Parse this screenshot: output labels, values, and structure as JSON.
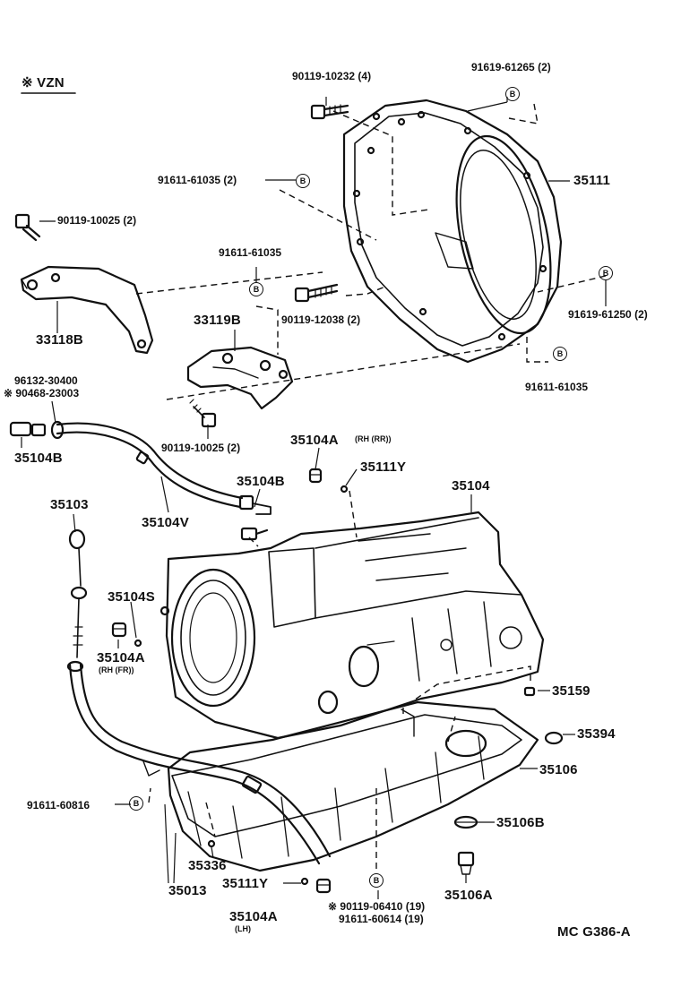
{
  "variant": {
    "mark": "※",
    "text": "VZN"
  },
  "labels": {
    "p90119_10232": "90119-10232 (4)",
    "p91619_61265": "91619-61265 (2)",
    "p35111": "35111",
    "p91611_61035_2": "91611-61035 (2)",
    "p90119_10025_top": "90119-10025 (2)",
    "p91611_61035_a": "91611-61035",
    "p33118B": "33118B",
    "p33119B": "33119B",
    "p90119_12038": "90119-12038 (2)",
    "p91619_61250": "91619-61250 (2)",
    "p91611_61035_b": "91611-61035",
    "p96132_30400": "96132-30400",
    "p90468_23003": "※ 90468-23003",
    "p90119_10025_mid": "90119-10025 (2)",
    "p35104A_rr": "35104A",
    "p35104A_rr_note": "(RH (RR))",
    "p35111Y_top": "35111Y",
    "p35104B_left": "35104B",
    "p35104B_mid": "35104B",
    "p35104": "35104",
    "p35103": "35103",
    "p35104V": "35104V",
    "p35104S": "35104S",
    "p35104A_fr": "35104A",
    "p35104A_fr_note": "(RH (FR))",
    "p35159": "35159",
    "p35394": "35394",
    "p35106": "35106",
    "p91611_60816": "91611-60816",
    "p35106B": "35106B",
    "p35336": "35336",
    "p35013": "35013",
    "p35111Y_bot": "35111Y",
    "p35106A": "35106A",
    "p90119_06410": "※ 90119-06410 (19)",
    "p91611_60614": "91611-60614 (19)",
    "p35104A_lh": "35104A",
    "p35104A_lh_note": "(LH)",
    "diagram_code": "MC G386-A"
  },
  "badge_letter": "B"
}
